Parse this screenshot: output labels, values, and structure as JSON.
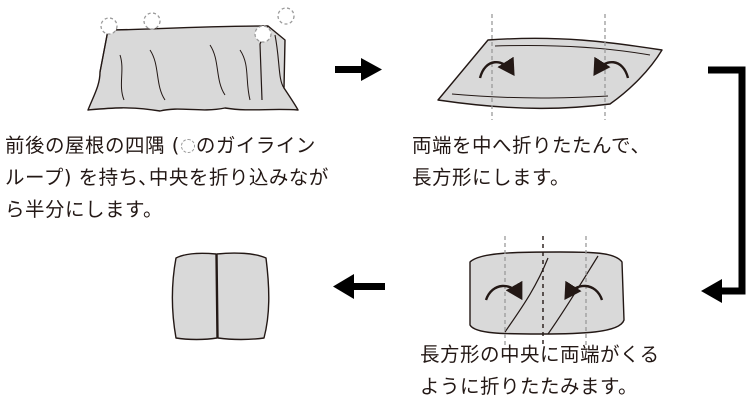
{
  "steps": [
    {
      "lines": [
        "前後の屋根の四隅 (",
        "のガイライン",
        "ループ) を持ち､中央を折り込みなが",
        "ら半分にします。"
      ],
      "icon": "dashed-circle-icon"
    },
    {
      "lines": [
        "両端を中へ折りたたんで､",
        "長方形にします。"
      ]
    },
    {
      "lines": [
        "長方形の中央に両端がくる",
        "ように折りたたみます。"
      ]
    }
  ],
  "colors": {
    "fabric": "#d9d9d9",
    "outline": "#231815",
    "guide": "#9a9a9a",
    "arrow": "#000000"
  }
}
